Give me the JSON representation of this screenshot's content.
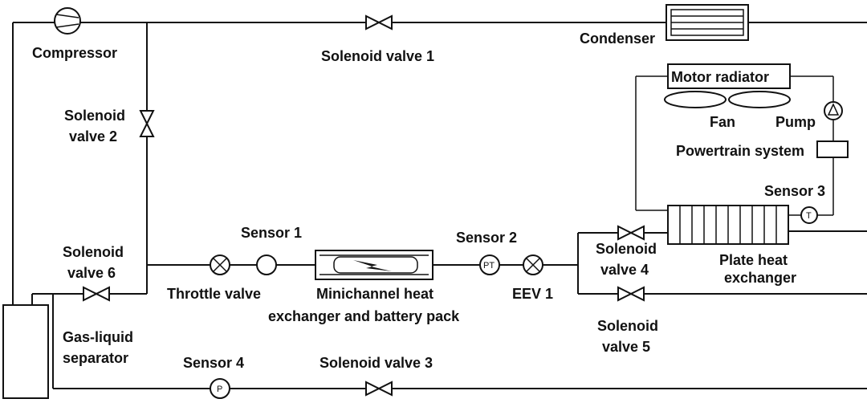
{
  "labels": {
    "compressor": "Compressor",
    "solenoid_valve_1": "Solenoid valve 1",
    "condenser": "Condenser",
    "motor_radiator": "Motor radiator",
    "fan": "Fan",
    "pump": "Pump",
    "powertrain_system": "Powertrain system",
    "sensor_3": "Sensor 3",
    "solenoid_valve_2_line1": "Solenoid",
    "solenoid_valve_2_line2": "valve 2",
    "sensor_1": "Sensor 1",
    "sensor_2": "Sensor 2",
    "solenoid_valve_6_line1": "Solenoid",
    "solenoid_valve_6_line2": "valve 6",
    "throttle_valve": "Throttle valve",
    "minichannel_line1": "Minichannel heat",
    "minichannel_line2": "exchanger and battery pack",
    "eev_1": "EEV 1",
    "solenoid_valve_4_line1": "Solenoid",
    "solenoid_valve_4_line2": "valve 4",
    "plate_hx_line1": "Plate heat",
    "plate_hx_line2": "exchanger",
    "gas_liquid_line1": "Gas-liquid",
    "gas_liquid_line2": "separator",
    "solenoid_valve_5_line1": "Solenoid",
    "solenoid_valve_5_line2": "valve 5",
    "sensor_4": "Sensor 4",
    "solenoid_valve_3": "Solenoid valve 3"
  },
  "symbols": {
    "pressure_temperature": "PT",
    "temperature": "T",
    "pressure": "P"
  }
}
